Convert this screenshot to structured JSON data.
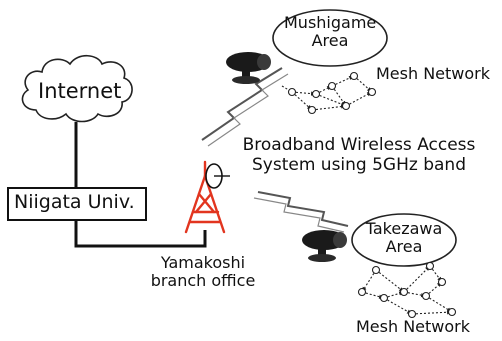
{
  "nodes": {
    "internet": "Internet",
    "univ": "Niigata Univ.",
    "mushigame_line1": "Mushigame",
    "mushigame_line2": "Area",
    "takezawa_line1": "Takezawa",
    "takezawa_line2": "Area",
    "branch_line1": "Yamakoshi",
    "branch_line2": "branch office"
  },
  "labels": {
    "mesh_top": "Mesh Network",
    "mesh_bottom": "Mesh Network",
    "bwa_line1": "Broadband Wireless Access",
    "bwa_line2": "System using 5GHz band"
  },
  "colors": {
    "tower": "#e2351f",
    "line": "#111111",
    "camera": "#1a1a1a"
  }
}
